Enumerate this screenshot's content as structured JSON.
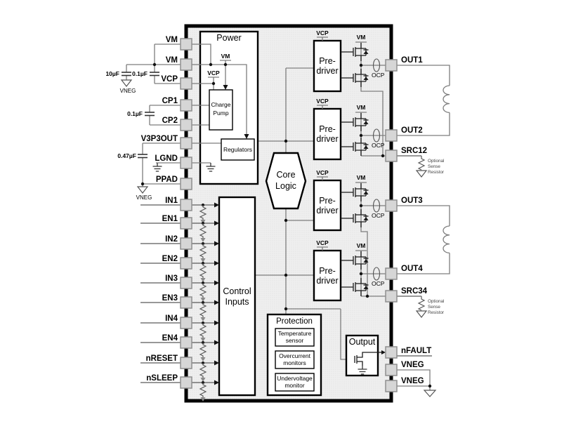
{
  "pins": {
    "left": [
      "VM",
      "VM",
      "VCP",
      "CP1",
      "CP2",
      "V3P3OUT",
      "LGND",
      "PPAD",
      "IN1",
      "EN1",
      "IN2",
      "EN2",
      "IN3",
      "EN3",
      "IN4",
      "EN4",
      "nRESET",
      "nSLEEP"
    ],
    "right": [
      "OUT1",
      "OUT2",
      "SRC12",
      "OUT3",
      "OUT4",
      "SRC34",
      "nFAULT",
      "VNEG",
      "VNEG"
    ]
  },
  "blocks": {
    "power": "Power",
    "charge_pump": [
      "Charge",
      "Pump"
    ],
    "regulators": "Regulators",
    "core_logic": [
      "Core",
      "Logic"
    ],
    "predriver": [
      "Pre-",
      "driver"
    ],
    "control_inputs": [
      "Control",
      "Inputs"
    ],
    "protection": "Protection",
    "temperature_sensor": [
      "Temperature",
      "sensor"
    ],
    "overcurrent_monitors": [
      "Overcurrent",
      "monitors"
    ],
    "undervoltage_monitor": [
      "Undervoltage",
      "monitor"
    ],
    "output": "Output"
  },
  "net_labels": {
    "vm": "VM",
    "vcp": "VCP",
    "ocp": "OCP",
    "vneg": "VNEG"
  },
  "components": {
    "cap_bulk": "10µF",
    "cap_vm_vcp": "0.1µF",
    "cap_charge_pump": "0.1µF",
    "cap_v3p3": "0.47µF",
    "sense_note": [
      "Optional",
      "Sense",
      "Resistor"
    ]
  },
  "colors": {
    "chip_fill": "#efefef",
    "block_fill": "#ffffff",
    "wire": "#7d7d7d",
    "outline": "#000000",
    "pin_fill": "#d6d6d6"
  }
}
